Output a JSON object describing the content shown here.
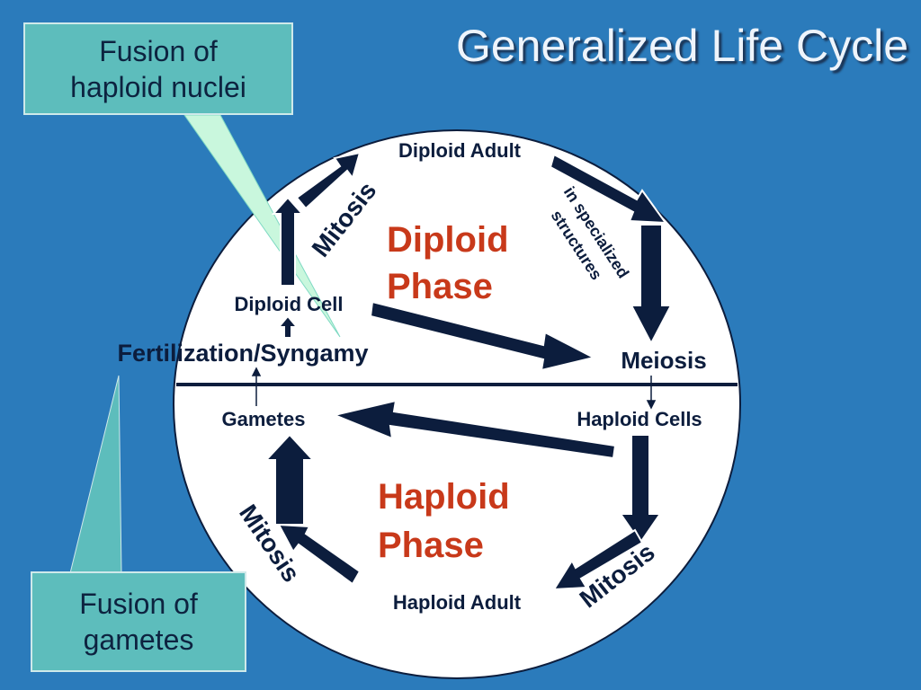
{
  "title": "Generalized Life Cycle",
  "callouts": {
    "top": [
      "Fusion of",
      "haploid nuclei"
    ],
    "bottom": [
      "Fusion of",
      "gametes"
    ]
  },
  "nodes": {
    "diploid_adult": "Diploid Adult",
    "diploid_cell": "Diploid Cell",
    "fertilization": "Fertilization/Syngamy",
    "meiosis": "Meiosis",
    "gametes": "Gametes",
    "haploid_cells": "Haploid Cells",
    "haploid_adult": "Haploid Adult"
  },
  "phases": {
    "diploid": [
      "Diploid",
      "Phase"
    ],
    "haploid": [
      "Haploid",
      "Phase"
    ]
  },
  "process_labels": {
    "mitosis": "Mitosis",
    "specialized": [
      "in specialized",
      "structures"
    ]
  },
  "colors": {
    "background": "#2b7bbb",
    "circle": "#ffffff",
    "arrow": "#0c1d3d",
    "phase_text": "#c8391a",
    "callout_fill": "#5dbdbc"
  }
}
